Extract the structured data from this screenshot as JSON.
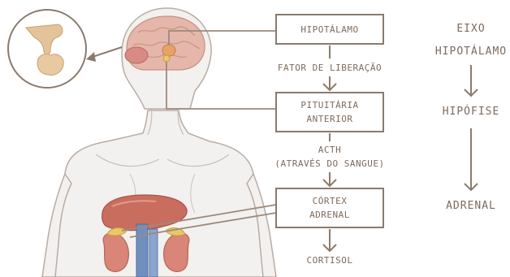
{
  "flow": {
    "box_hypothalamus": "HIPOTÁLAMO",
    "release_factor": "FATOR DE LIBERAÇÃO",
    "box_pituitary_line1": "PITUITÁRIA",
    "box_pituitary_line2": "ANTERIOR",
    "hormone_acth": "ACTH",
    "via_blood": "(ATRAVÉS DO SANGUE)",
    "box_adrenal_line1": "CÓRTEX",
    "box_adrenal_line2": "ADRENAL",
    "output_cortisol": "CORTISOL"
  },
  "axis": {
    "title_line1": "EIXO",
    "title_line2": "HIPOTÁLAMO",
    "step_pituitary": "HIPÓFISE",
    "step_adrenal": "ADRENAL"
  },
  "colors": {
    "text": "#7d6b5d",
    "box_border": "#8a7a6d",
    "connector": "#9b8a7d",
    "body_outline": "#b9aca4",
    "body_fill": "#f3f1ef",
    "brain_pink": "#d9a69c",
    "brain_orange": "#e8a36a",
    "liver": "#c96d5f",
    "kidney": "#d98577",
    "aorta": "#6f8fbf",
    "vena_cava": "#5b76a8",
    "adrenal_yellow": "#e9c867"
  }
}
